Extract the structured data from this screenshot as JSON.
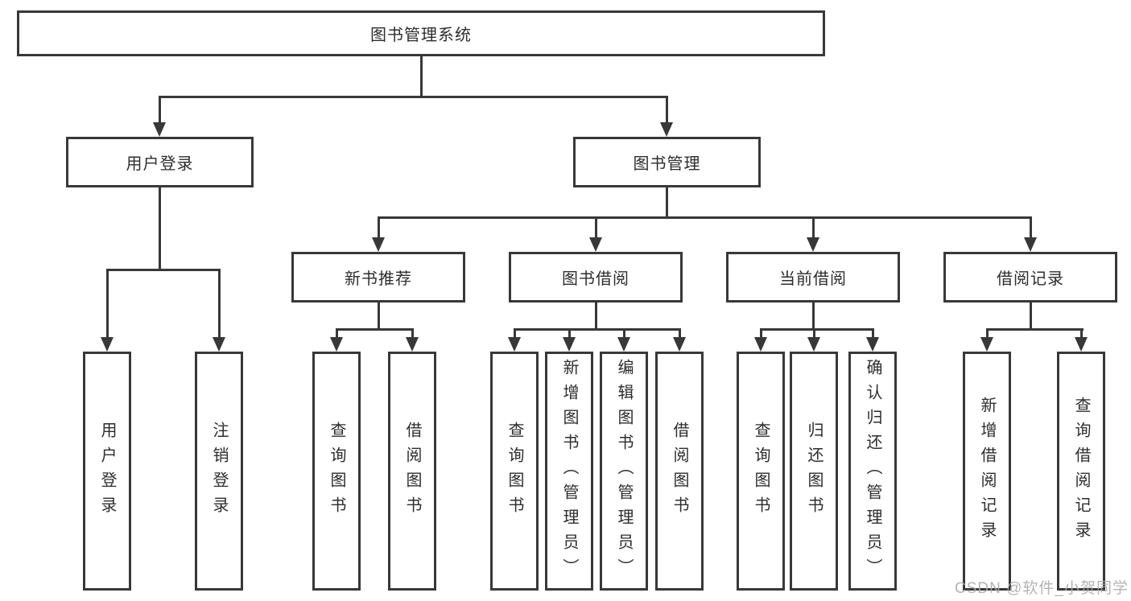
{
  "diagram": {
    "tree": {
      "root": "图书管理系统",
      "branches": [
        {
          "label": "用户登录",
          "leaves": [
            "用户登录",
            "注销登录"
          ]
        },
        {
          "label": "图书管理",
          "sub": [
            {
              "label": "新书推荐",
              "leaves": [
                "查询图书",
                "借阅图书"
              ]
            },
            {
              "label": "图书借阅",
              "leaves": [
                "查询图书",
                "新增图书（管理员）",
                "编辑图书（管理员）",
                "借阅图书"
              ]
            },
            {
              "label": "当前借阅",
              "leaves": [
                "查询图书",
                "归还图书",
                "确认归还（管理员）"
              ]
            },
            {
              "label": "借阅记录",
              "leaves": [
                "新增借阅记录",
                "查询借阅记录"
              ]
            }
          ]
        }
      ]
    },
    "watermark": "CSDN @软件_小贺同学",
    "colors": {
      "line": "#383838",
      "box_border": "#383838",
      "text": "#2d2d2d",
      "watermark": "#acacac",
      "background": "#ffffff"
    }
  }
}
